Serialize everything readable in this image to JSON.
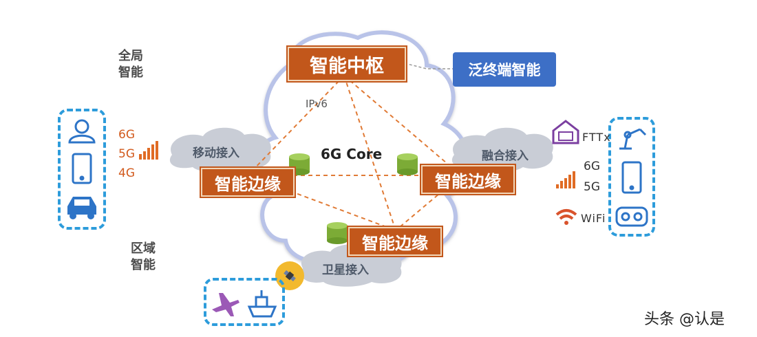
{
  "hub": {
    "label": "智能中枢"
  },
  "edge": {
    "left": "智能边缘",
    "right": "智能边缘",
    "bottom": "智能边缘"
  },
  "core": {
    "label": "6G Core",
    "ipv6": "IPv6"
  },
  "pan_terminal": {
    "label": "泛终端智能"
  },
  "access": {
    "mobile": "移动接入",
    "fusion": "融合接入",
    "satellite": "卫星接入"
  },
  "side": {
    "global_line1": "全局",
    "global_line2": "智能",
    "regional_line1": "区域",
    "regional_line2": "智能"
  },
  "left_bands": [
    "6G",
    "5G",
    "4G"
  ],
  "right_bands": {
    "fttx": "FTTx",
    "b6g": "6G",
    "b5g": "5G",
    "wifi": "WiFi"
  },
  "watermark": "头条 @认是",
  "colors": {
    "orange": "#c2571b",
    "blue": "#3d6fc6",
    "cloud": "#c9cdd6",
    "dashed": "#2d9cdb"
  }
}
